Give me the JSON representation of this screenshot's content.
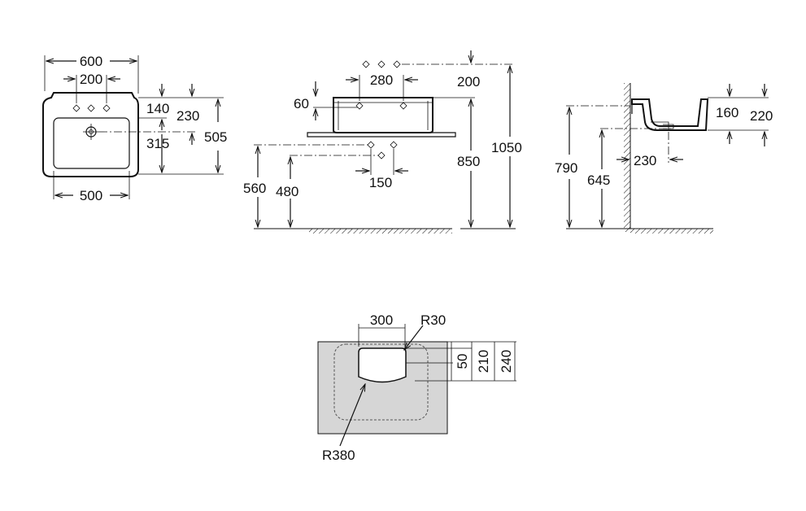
{
  "front_view": {
    "overall_width": "600",
    "tap_spacing": "200",
    "bowl_width": "500",
    "tap_height": "140",
    "rim_to_waste": "230",
    "waste_height": "315",
    "overall_depth": "505"
  },
  "side_view": {
    "tap_spacing": "280",
    "tap_above": "200",
    "basin_height": "60",
    "lower_spacing": "150",
    "rim_height": "850",
    "tap_height": "1050",
    "h560": "560",
    "h480": "480"
  },
  "profile_view": {
    "h790": "790",
    "h645": "645",
    "projection": "230",
    "h160": "160",
    "h220": "220"
  },
  "cutout": {
    "width": "300",
    "corner_radius": "R30",
    "d50": "50",
    "d210": "210",
    "d240": "240",
    "arc_radius": "R380",
    "panel_fill": "#d6d6d6"
  }
}
